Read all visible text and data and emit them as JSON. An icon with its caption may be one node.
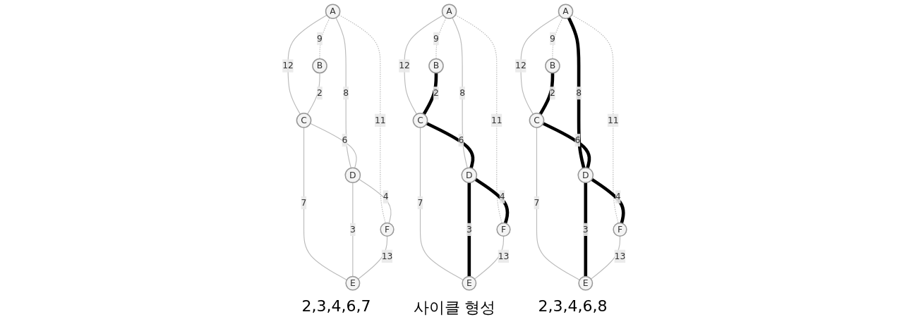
{
  "diagram": {
    "nodes": [
      {
        "text": [
          "A"
        ]
      },
      {
        "text": [
          "B"
        ]
      },
      {
        "text": [
          "C"
        ]
      },
      {
        "text": [
          "D"
        ]
      },
      {
        "text": [
          "E"
        ]
      },
      {
        "text": [
          "F"
        ]
      },
      {
        "text": [
          "A"
        ]
      },
      {
        "text": [
          "B"
        ]
      },
      {
        "text": [
          "C"
        ]
      },
      {
        "text": [
          "D"
        ]
      },
      {
        "text": [
          "E"
        ]
      },
      {
        "text": [
          "F"
        ]
      },
      {
        "text": [
          "A"
        ]
      },
      {
        "text": [
          "B"
        ]
      },
      {
        "text": [
          "C"
        ]
      },
      {
        "text": [
          "D"
        ]
      },
      {
        "text": [
          "E"
        ]
      },
      {
        "text": [
          "F"
        ]
      }
    ],
    "edges": [
      {
        "from": 0,
        "to": 1,
        "arrow": "none",
        "label": "9",
        "style": "dashed"
      },
      {
        "from": 0,
        "to": 2,
        "arrow": "none",
        "label": "12"
      },
      {
        "from": 0,
        "to": 3,
        "arrow": "none",
        "label": "8"
      },
      {
        "from": 0,
        "to": 5,
        "arrow": "none",
        "label": "11",
        "style": "dashed"
      },
      {
        "from": 1,
        "to": 2,
        "arrow": "none",
        "label": "2"
      },
      {
        "from": 2,
        "to": 3,
        "arrow": "none",
        "label": "6"
      },
      {
        "from": 2,
        "to": 4,
        "arrow": "none",
        "label": "7"
      },
      {
        "from": 3,
        "to": 5,
        "arrow": "none",
        "label": "4"
      },
      {
        "from": 3,
        "to": 4,
        "arrow": "none",
        "label": "3"
      },
      {
        "from": 5,
        "to": 4,
        "arrow": "none",
        "label": "13"
      },
      {
        "from": 6,
        "to": 7,
        "arrow": "none",
        "label": "9",
        "style": "dashed"
      },
      {
        "from": 6,
        "to": 8,
        "arrow": "none",
        "label": "12"
      },
      {
        "from": 6,
        "to": 9,
        "arrow": "none",
        "label": "8"
      },
      {
        "from": 6,
        "to": 11,
        "arrow": "none",
        "label": "11",
        "style": "dashed"
      },
      {
        "from": 7,
        "to": 8,
        "arrow": "none",
        "label": "2",
        "style": "thick",
        "color": "#000000"
      },
      {
        "from": 8,
        "to": 9,
        "arrow": "none",
        "label": "6",
        "style": "thick",
        "color": "#000000"
      },
      {
        "from": 8,
        "to": 10,
        "arrow": "none",
        "label": "7"
      },
      {
        "from": 9,
        "to": 11,
        "arrow": "none",
        "label": "4",
        "style": "thick",
        "color": "#000000"
      },
      {
        "from": 9,
        "to": 10,
        "arrow": "none",
        "label": "3",
        "style": "thick",
        "color": "#000000"
      },
      {
        "from": 11,
        "to": 10,
        "arrow": "none",
        "label": "13"
      },
      {
        "from": 12,
        "to": 13,
        "arrow": "none",
        "label": "9",
        "style": "dashed"
      },
      {
        "from": 12,
        "to": 14,
        "arrow": "none",
        "label": "12"
      },
      {
        "from": 12,
        "to": 15,
        "arrow": "none",
        "label": "8",
        "style": "thick",
        "color": "#000000"
      },
      {
        "from": 12,
        "to": 17,
        "arrow": "none",
        "label": "11",
        "style": "dashed"
      },
      {
        "from": 13,
        "to": 14,
        "arrow": "none",
        "label": "2",
        "style": "thick",
        "color": "#000000"
      },
      {
        "from": 14,
        "to": 15,
        "arrow": "none",
        "label": "6",
        "style": "thick",
        "color": "#000000"
      },
      {
        "from": 14,
        "to": 16,
        "arrow": "none",
        "label": "7"
      },
      {
        "from": 15,
        "to": 17,
        "arrow": "none",
        "label": "4",
        "style": "thick",
        "color": "#000000"
      },
      {
        "from": 15,
        "to": 16,
        "arrow": "none",
        "label": "3",
        "style": "thick",
        "color": "#000000"
      },
      {
        "from": 17,
        "to": 16,
        "arrow": "none",
        "label": "13"
      }
    ],
    "labels": [
      "2,3,4,6,7",
      "사이클 형성",
      "2,3,4,6,8"
    ]
  }
}
